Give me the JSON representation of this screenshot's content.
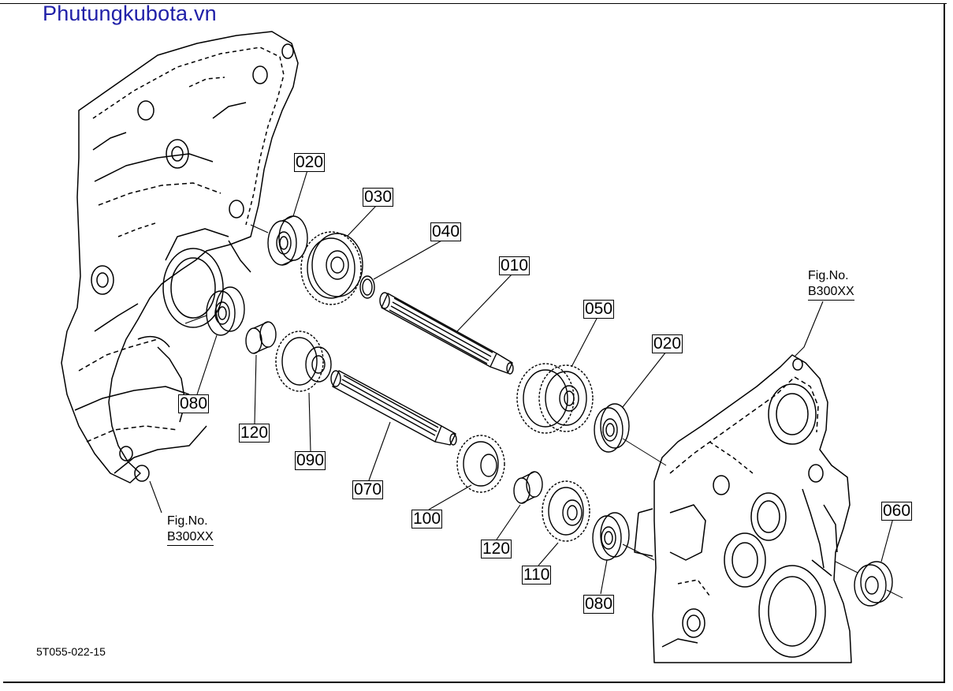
{
  "watermark": "Phutungkubota.vn",
  "drawing_id": "5T055-022-15",
  "fig_refs": [
    {
      "label": "Fig.No.",
      "code": "B300XX"
    },
    {
      "label": "Fig.No.",
      "code": "B300XX"
    }
  ],
  "parts": {
    "p010": "010",
    "p020a": "020",
    "p020b": "020",
    "p030": "030",
    "p040": "040",
    "p050": "050",
    "p060": "060",
    "p070": "070",
    "p080a": "080",
    "p080b": "080",
    "p090": "090",
    "p100": "100",
    "p110": "110",
    "p120a": "120",
    "p120b": "120"
  },
  "colors": {
    "watermark": "#2020a8",
    "line": "#000000"
  }
}
